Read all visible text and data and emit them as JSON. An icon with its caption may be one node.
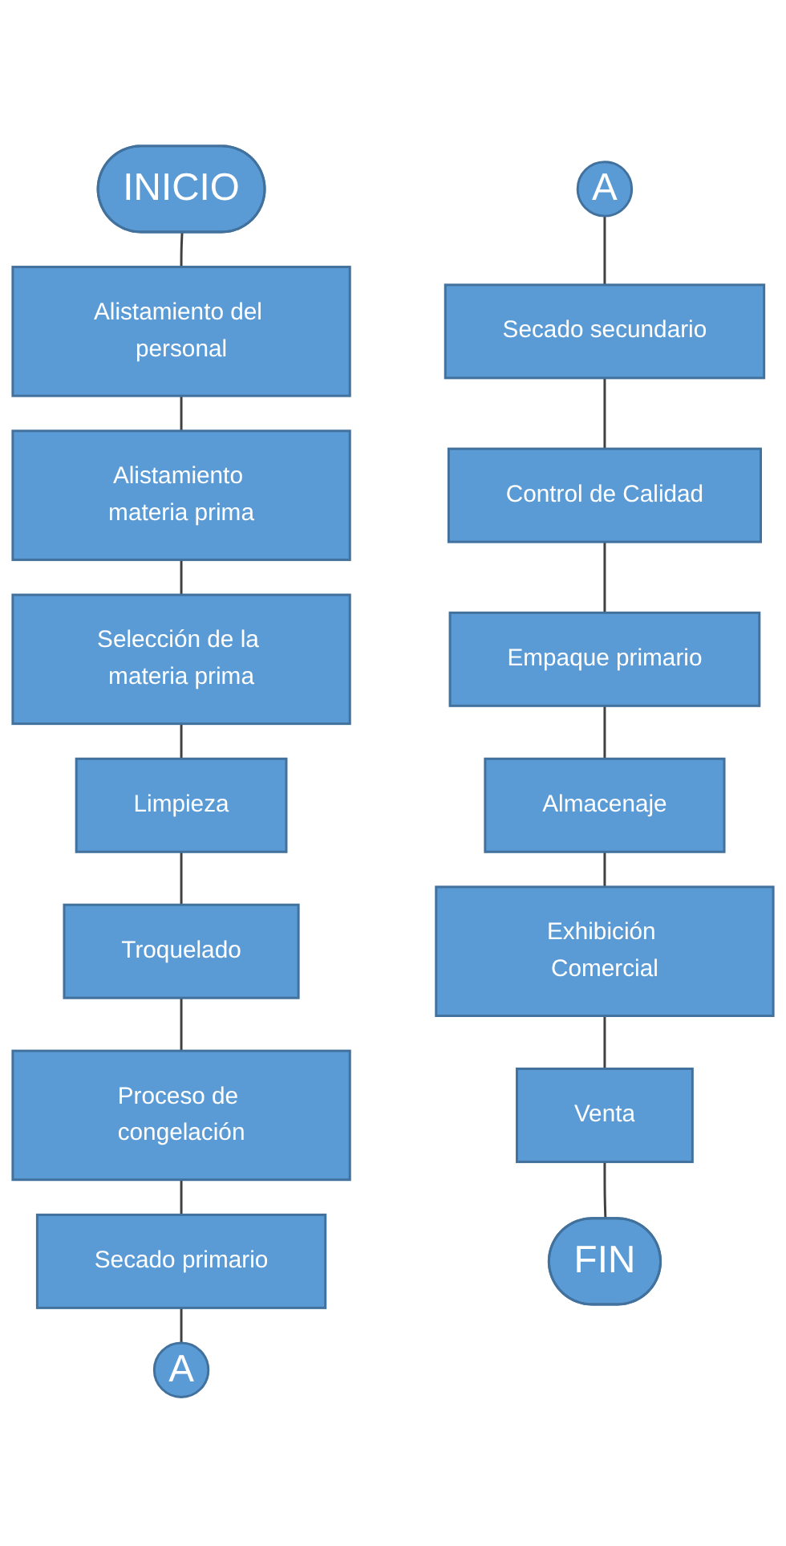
{
  "diagram": {
    "nodes": [
      {
        "text": [
          "INICIO"
        ]
      },
      {
        "text": [
          "Alistamiento del personal"
        ]
      },
      {
        "text": [
          "Alistamiento materia prima"
        ]
      },
      {
        "text": [
          "Selección de la materia prima"
        ]
      },
      {
        "text": [
          "Limpieza"
        ]
      },
      {
        "text": [
          "Troquelado"
        ]
      },
      {
        "text": [
          "Proceso de congelación"
        ]
      },
      {
        "text": [
          "Secado primario"
        ]
      },
      {
        "text": [
          "A"
        ]
      },
      {
        "text": [
          "A"
        ]
      },
      {
        "text": [
          "Secado secundario"
        ]
      },
      {
        "text": [
          "Control de Calidad"
        ]
      },
      {
        "text": [
          "Empaque primario"
        ]
      },
      {
        "text": [
          "Almacenaje"
        ]
      },
      {
        "text": [
          "Exhibición Comercial"
        ]
      },
      {
        "text": [
          "Venta"
        ]
      },
      {
        "text": [
          "FIN"
        ]
      }
    ],
    "edges": [
      {
        "from": 0,
        "to": 1,
        "arrow": "none"
      },
      {
        "from": 1,
        "to": 2,
        "arrow": "none"
      },
      {
        "from": 2,
        "to": 3,
        "arrow": "none"
      },
      {
        "from": 3,
        "to": 4,
        "arrow": "none"
      },
      {
        "from": 4,
        "to": 5,
        "arrow": "none"
      },
      {
        "from": 5,
        "to": 6,
        "arrow": "none"
      },
      {
        "from": 6,
        "to": 7,
        "arrow": "none"
      },
      {
        "from": 7,
        "to": 8,
        "arrow": "none"
      },
      {
        "from": 9,
        "to": 10,
        "arrow": "none"
      },
      {
        "from": 10,
        "to": 11,
        "arrow": "none"
      },
      {
        "from": 11,
        "to": 12,
        "arrow": "none"
      },
      {
        "from": 12,
        "to": 13,
        "arrow": "none"
      },
      {
        "from": 13,
        "to": 14,
        "arrow": "none"
      },
      {
        "from": 14,
        "to": 15,
        "arrow": "none"
      },
      {
        "from": 15,
        "to": 16,
        "arrow": "none"
      }
    ]
  }
}
